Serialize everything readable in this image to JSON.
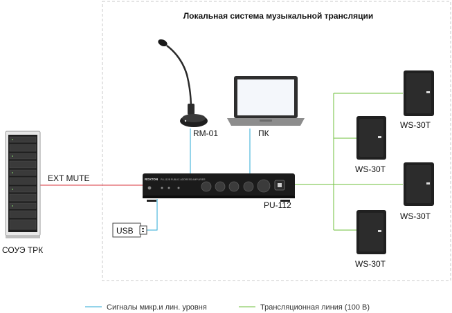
{
  "title": "Локальная система музыкальной трансляции",
  "devices": {
    "rack": {
      "label": "СОУЭ ТРК"
    },
    "mic": {
      "label": "RM-01"
    },
    "laptop": {
      "label": "ПК"
    },
    "amp": {
      "label": "PU-112",
      "brand": "ROXTON",
      "model_text": "PU-112B  PUBLIC ADDRESS AMPLIFIER"
    },
    "usb": {
      "label": "USB"
    },
    "speakers": [
      {
        "label": "WS-30T"
      },
      {
        "label": "WS-30T"
      },
      {
        "label": "WS-30T"
      },
      {
        "label": "WS-30T"
      }
    ]
  },
  "links": {
    "ext_mute": "EXT MUTE"
  },
  "legend": {
    "signal": {
      "label": "Сигналы микр.и лин. уровня",
      "color": "#29a9d6"
    },
    "line100": {
      "label": "Трансляционная линия (100 В)",
      "color": "#6dbf3a"
    }
  },
  "colors": {
    "ext_mute_line": "#d9363e",
    "border_dash": "#c8c8c8"
  }
}
